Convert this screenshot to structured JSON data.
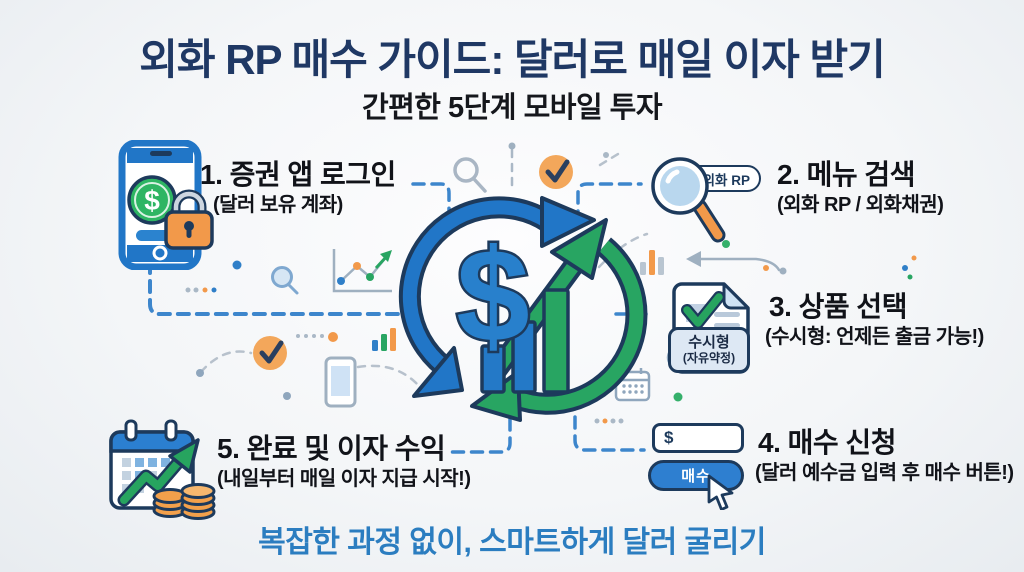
{
  "header": {
    "title": "외화 RP 매수 가이드: 달러로 매일 이자 받기",
    "subtitle": "간편한 5단계 모바일 투자"
  },
  "footer": {
    "tagline": "복잡한 과정 없이, 스마트하게 달러 굴리기"
  },
  "steps": {
    "s1": {
      "label": "1. 증권 앱 로그인",
      "note": "(달러 보유 계좌)",
      "coin_symbol": "$",
      "icon": "phone-lock-dollar-icon"
    },
    "s2": {
      "label": "2. 메뉴 검색",
      "note": "(외화 RP / 외화채권)",
      "search_tag": "외화 RP",
      "icon": "magnifier-icon"
    },
    "s3": {
      "label": "3. 상품 선택",
      "note": "(수시형: 언제든 출금 가능!)",
      "tag_line1": "수시형",
      "tag_line2": "(자유약정)",
      "icon": "document-check-icon"
    },
    "s4": {
      "label": "4. 매수 신청",
      "note": "(달러 예수금 입력 후 매수 버튼!)",
      "input_prefix": "$",
      "buy_label": "매수",
      "icon": "amount-input-buy-icon"
    },
    "s5": {
      "label": "5. 완료 및 이자 수익",
      "note": "(내일부터 매일 이자 지급 시작!)",
      "icon": "calendar-growth-coins-icon"
    }
  },
  "center": {
    "dollar_symbol": "$",
    "icon": "dollar-cycle-growth-icon"
  },
  "colors": {
    "title_navy": "#1f3864",
    "outline_navy": "#1d3a5c",
    "accent_blue": "#2479c7",
    "accent_green": "#28a562",
    "accent_orange": "#f2994a",
    "tagline_blue": "#2b7dc0",
    "dash_blue": "#3d86cc",
    "dash_gray": "#b7c1cc",
    "background": "#eef1f4"
  }
}
